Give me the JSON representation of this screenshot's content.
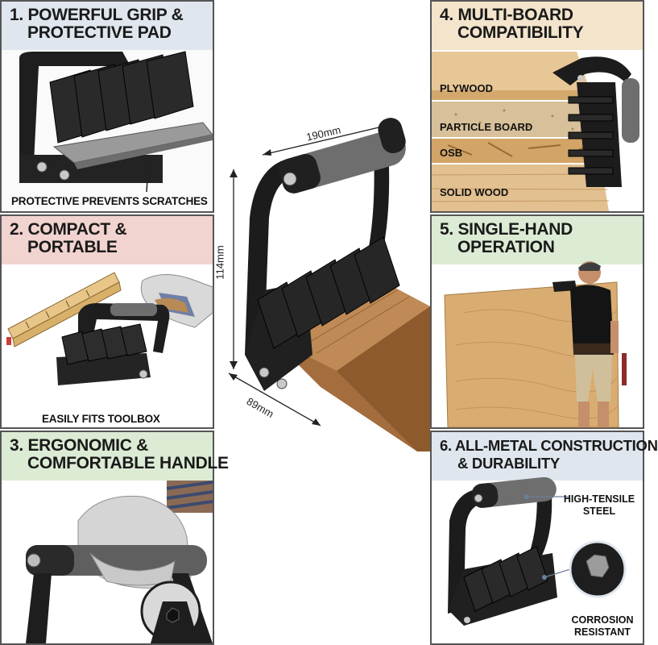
{
  "colors": {
    "panel1_header": "#dfe6ee",
    "panel2_header": "#f1d3cf",
    "panel3_header": "#dcebd4",
    "panel4_header": "#f3e4cb",
    "panel5_header": "#dcebd4",
    "panel6_header": "#dfe6ee",
    "tool_body": "#1e1e1e",
    "handle_grip": "#6e6e6e",
    "wood": "#b07a45"
  },
  "features": [
    {
      "heading_line1": "1. POWERFUL GRIP &",
      "heading_line2": "PROTECTIVE PAD",
      "caption": "PROTECTIVE PREVENTS SCRATCHES"
    },
    {
      "heading_line1": "2. COMPACT &",
      "heading_line2": "PORTABLE",
      "caption": "EASILY FITS TOOLBOX"
    },
    {
      "heading_line1": "3. ERGONOMIC &",
      "heading_line2": "COMFORTABLE HANDLE"
    },
    {
      "heading_line1": "4. MULTI-BOARD",
      "heading_line2": "COMPATIBILITY",
      "board_labels": [
        "PLYWOOD",
        "PARTICLE BOARD",
        "OSB",
        "SOLID WOOD"
      ]
    },
    {
      "heading_line1": "5. SINGLE-HAND",
      "heading_line2": "OPERATION"
    },
    {
      "heading_line1": "6. ALL-METAL CONSTRUCTION",
      "heading_line2": "& DURABILITY",
      "callout_steel": "HIGH-TENSILE STEEL",
      "callout_corrosion": "CORROSION RESISTANT"
    }
  ],
  "dimensions": {
    "width": "190mm",
    "height": "114mm",
    "depth": "89mm"
  },
  "icons": [
    "grip-tool-icon",
    "bolt-icon",
    "folding-ruler-icon",
    "work-gloves-icon",
    "gloved-hand-icon",
    "worker-photo-icon",
    "hex-bolt-closeup-icon"
  ]
}
